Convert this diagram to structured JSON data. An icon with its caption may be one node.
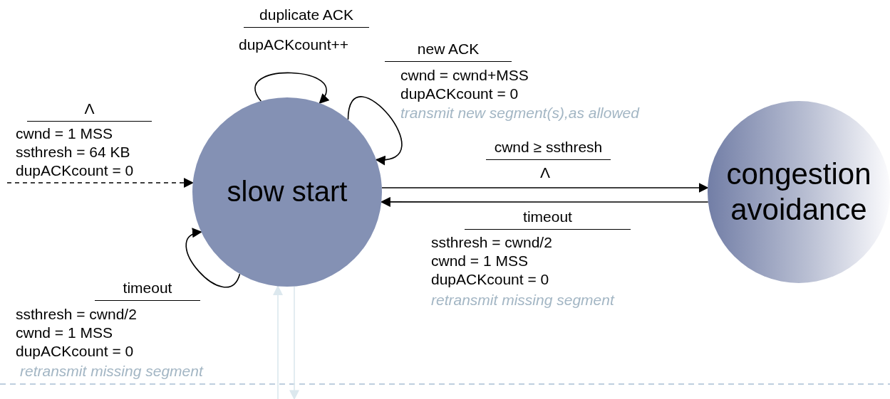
{
  "diagram": {
    "nodes": [
      {
        "text": [
          "slow start"
        ]
      },
      {
        "text": [
          "congestion avoidance"
        ]
      }
    ],
    "edges": [
      {
        "from": 0,
        "to": 0,
        "arrow": "to",
        "label": "duplicate ACK"
      },
      {
        "from": 0,
        "to": 0,
        "arrow": "to",
        "label": "new ACK"
      },
      {
        "from": null,
        "to": 0,
        "arrow": "to",
        "label": "Λ",
        "style": "dashed"
      },
      {
        "from": 0,
        "to": 0,
        "arrow": "to",
        "label": "timeout"
      },
      {
        "from": 0,
        "to": 1,
        "arrow": "to",
        "label": "cwnd ≥ ssthresh"
      },
      {
        "from": 1,
        "to": 0,
        "arrow": "to",
        "label": "timeout"
      },
      {
        "from": null,
        "to": 0,
        "arrow": "to",
        "color": "#dce8ee"
      },
      {
        "from": 0,
        "to": null,
        "arrow": "to",
        "color": "#dce8ee"
      }
    ],
    "labels": [
      "dupACKcount++",
      "cwnd = cwnd+MSS",
      "dupACKcount = 0",
      "transmit new segment(s),as allowed",
      "cwnd = 1 MSS",
      "ssthresh = 64 KB",
      "dupACKcount = 0",
      "Λ",
      "ssthresh = cwnd/2",
      "cwnd = 1 MSS",
      "dupACKcount = 0",
      "retransmit missing segment",
      "ssthresh = cwnd/2",
      "cwnd = 1 MSS",
      "dupACKcount = 0",
      "retransmit missing segment"
    ]
  }
}
